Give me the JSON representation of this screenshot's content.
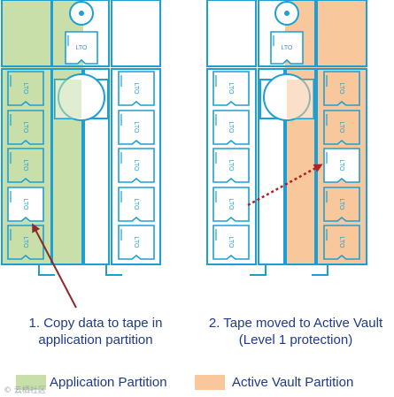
{
  "tape_label": "LTO",
  "captions": {
    "left_line1": "1. Copy data to tape in",
    "left_line2": "application partition",
    "right_line1": "2. Tape moved to Active Vault",
    "right_line2": "(Level 1 protection)"
  },
  "legend": {
    "application_label": "Application Partition",
    "vault_label": "Active Vault Partition"
  },
  "watermark": "© 云栖社区",
  "colors": {
    "frame": "#1e9fd3",
    "application_partition": "#c9dfa9",
    "vault_partition": "#f8c79c",
    "arrow_left": "#8b2b2b",
    "arrow_right": "#b22222",
    "text": "#1f3a8a"
  }
}
